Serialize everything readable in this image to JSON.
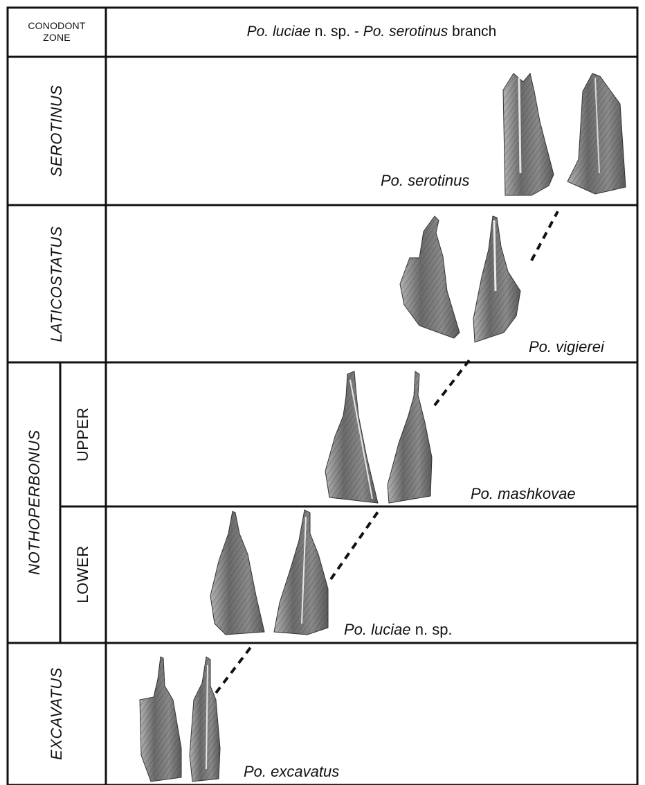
{
  "header": {
    "zone_label_line1": "CONODONT",
    "zone_label_line2": "ZONE",
    "branch_part1": "Po. luciae",
    "branch_part2": " n. sp. - ",
    "branch_part3": "Po. serotinus",
    "branch_part4": " branch"
  },
  "zones": {
    "serotinus": "SEROTINUS",
    "laticostatus": "LATICOSTATUS",
    "nothoperbonus": "NOTHOPERBONUS",
    "nothoperbonus_upper": "UPPER",
    "nothoperbonus_lower": "LOWER",
    "excavatus": "EXCAVATUS"
  },
  "species": {
    "serotinus": "Po. serotinus",
    "vigierei": "Po. vigierei",
    "mashkovae": "Po. mashkovae",
    "luciae": "Po. luciae",
    "luciae_suffix": " n. sp.",
    "excavatus": "Po. excavatus"
  },
  "colors": {
    "line": "#111111",
    "fossil_fill": "#7d7d7d",
    "fossil_dark": "#4a4a4a",
    "fossil_light": "#c9c9c9"
  },
  "icons": [
    "conodont-element-icon"
  ]
}
